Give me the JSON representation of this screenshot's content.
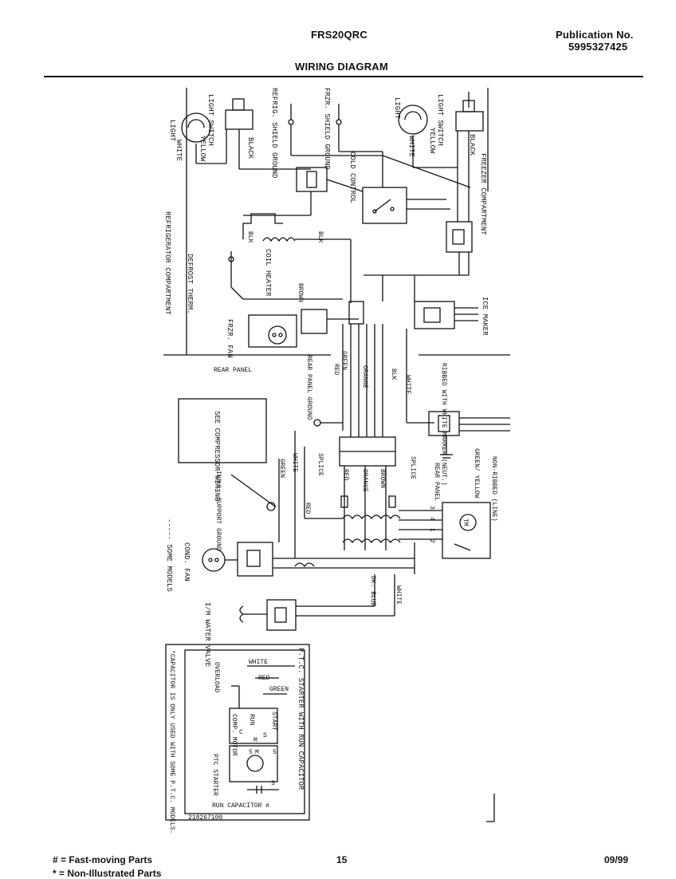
{
  "header": {
    "model": "FRS20QRC",
    "publication_label": "Publication No.",
    "publication_number": "5995327425",
    "title": "WIRING DIAGRAM"
  },
  "footer": {
    "legend_fast": "# = Fast-moving Parts",
    "legend_non": "* = Non-Illustrated Parts",
    "page": "15",
    "date": "09/99"
  },
  "diagram": {
    "left_light": "LIGHT",
    "left_white": "WHITE",
    "left_light_switch": "LIGHT SWITCH",
    "left_yellow": "YELLOW",
    "left_black": "BLACK",
    "refrig_shield_ground": "REFRIG. SHIELD GROUND",
    "frzr_shield_ground": "FRZR. SHIELD GROUND",
    "right_light": "LIGHT",
    "right_white": "WHITE",
    "right_light_switch": "LIGHT SWITCH",
    "right_yellow": "YELLOW",
    "right_black": "BLACK",
    "cold_control": "COLD CONTROL",
    "freezer_compartment": "FREEZER COMPARTMENT",
    "refrigerator_compartment": "REFRIGERATOR COMPARTMENT",
    "blk_1": "BLK",
    "blk_2": "BLK",
    "coil_heater": "COIL HEATER",
    "defrost_therm": "DEFROST THERM.",
    "brown": "BROWN",
    "frzr_fan": "FRZR. FAN",
    "ice_maker": "ICE MAKER",
    "ribbed_white": "RIBBED WITH WHITE MARKER (NEUT.)",
    "rear_panel": "REAR PANEL",
    "rear_panel_ground": "REAR PANEL GROUND",
    "wire_green": "GREEN",
    "wire_red": "RED",
    "wire_orange": "ORANGE",
    "wire_blk": "BLK",
    "wire_white": "WHITE",
    "see_compressor": "SEE COMPRESSOR WIRING",
    "green_yellow": "GREEN/ YELLOW",
    "non_ribbed": "NON-RIBBED (LINE)",
    "rear_panel_2": "REAR PANEL",
    "splice_1": "SPLICE",
    "splice_2": "SPLICE",
    "red_2": "RED",
    "orange_2": "ORANGE",
    "brown_2": "BROWN",
    "white_2": "WHITE",
    "green_2": "GREEN",
    "red_3": "RED",
    "insul_support": "INSUL. SUPPORT GROUND",
    "tm": "TM",
    "tm_3": "3",
    "tm_4": "4",
    "tm_1": "1",
    "tm_2": "2",
    "cond_fan": "COND. FAN",
    "some_models": "----- SOME MODELS",
    "dk_blue": "DK. BLUE",
    "white_3": "WHITE",
    "water_valve": "I/M WATER VALVE",
    "ptc_title": "P.T.C. STARTER WITH RUN CAPACITOR",
    "ptc_white": "WHITE",
    "ptc_red": "RED",
    "ptc_green": "GREEN",
    "ptc_overload": "OVERLOAD",
    "ptc_comp_motor": "COMP. MOTOR",
    "ptc_run": "RUN",
    "ptc_start": "START",
    "ptc_c": "C",
    "ptc_s": "S",
    "ptc_m": "M",
    "ptc_5a": "5",
    "ptc_5b": "5",
    "ptc_m2": "M",
    "ptc_starter": "PTC STARTER",
    "ptc_3": "3",
    "run_capacitor": "RUN CAPACITOR #",
    "capacitor_note": "*CAPACITOR IS ONLY USED WITH SOME P.T.C. MODELS.",
    "part_number": "218267100"
  }
}
